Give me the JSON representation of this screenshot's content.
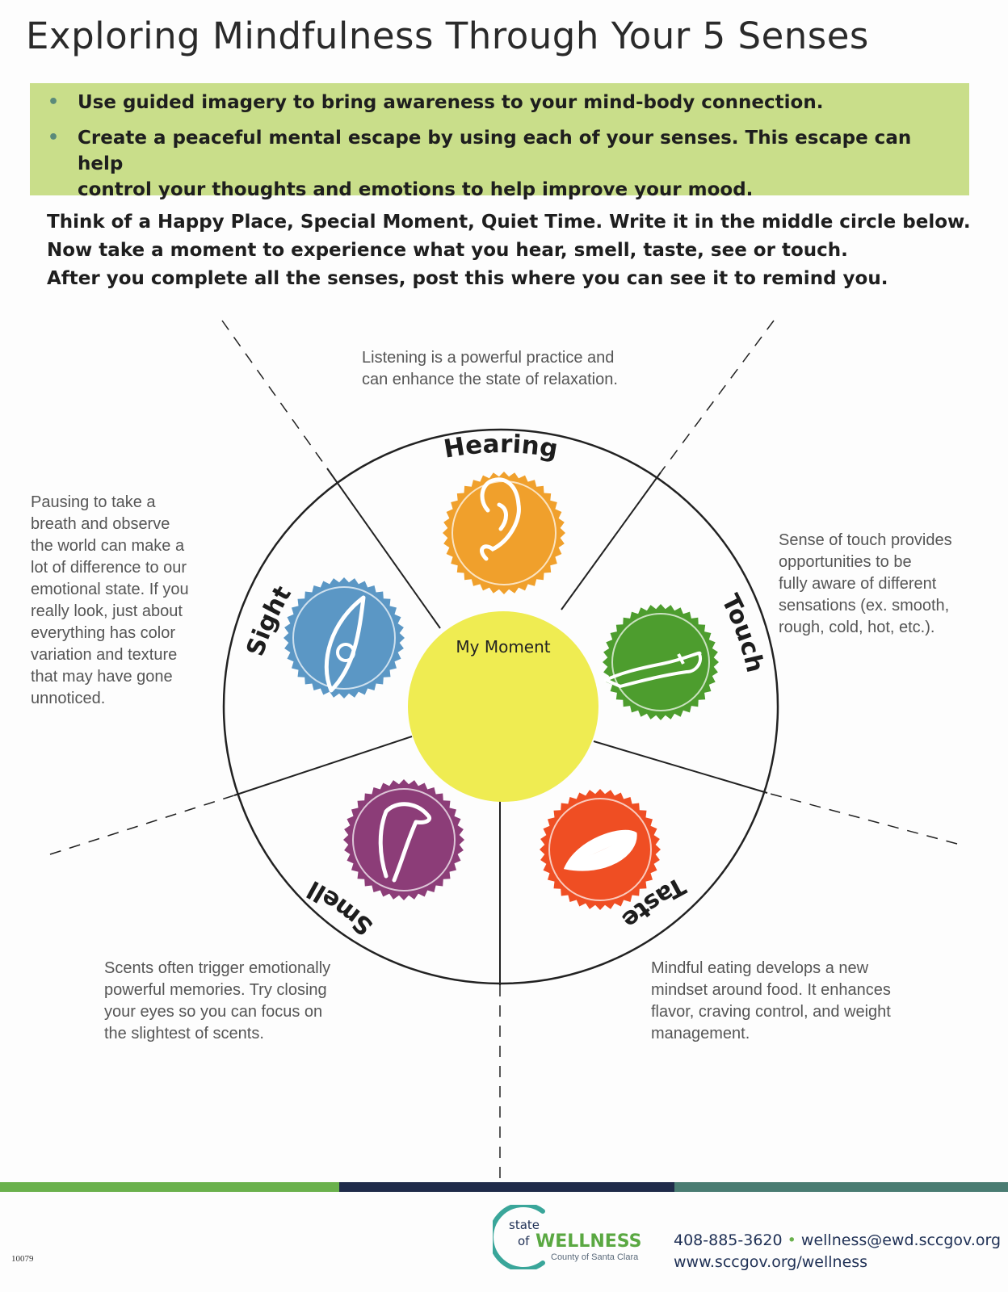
{
  "header": {
    "title": "Exploring Mindfulness Through Your 5 Senses"
  },
  "bullets": [
    {
      "lines": [
        "Use guided imagery to bring awareness to your mind-body connection."
      ]
    },
    {
      "lines": [
        "Create a peaceful mental escape by using each of your senses. This escape can help",
        "control your thoughts and emotions to help improve your mood."
      ]
    }
  ],
  "instructions": [
    "Think of a Happy Place, Special Moment, Quiet Time. Write it in the middle circle below.",
    "Now take a moment to experience what you hear, smell, taste, see or touch.",
    "After you complete all the senses, post this where you can see it to remind you."
  ],
  "wheel": {
    "center_label": "My Moment",
    "center_color": "#efec52",
    "senses": {
      "hearing": {
        "label": "Hearing",
        "color": "#f0a02c",
        "icon": "ear-icon"
      },
      "touch": {
        "label": "Touch",
        "color": "#4d9d2e",
        "icon": "finger-icon"
      },
      "taste": {
        "label": "Taste",
        "color": "#ef4e23",
        "icon": "lips-icon"
      },
      "smell": {
        "label": "Smell",
        "color": "#8c3d78",
        "icon": "nose-icon"
      },
      "sight": {
        "label": "Sight",
        "color": "#5b97c5",
        "icon": "eye-icon"
      }
    }
  },
  "descriptions": {
    "hearing": [
      "Listening is a powerful practice and",
      "can enhance the state of relaxation."
    ],
    "sight": [
      "Pausing to take a",
      "breath and observe",
      "the world can make a",
      "lot of difference to our",
      "emotional state. If you",
      "really look, just about",
      "everything has color",
      "variation and texture",
      "that may have gone",
      "unnoticed."
    ],
    "touch": [
      "Sense of touch provides",
      "opportunities to be",
      "fully aware of different",
      "sensations (ex. smooth,",
      "rough, cold, hot, etc.)."
    ],
    "smell": [
      "Scents often trigger emotionally",
      "powerful memories. Try closing",
      "your eyes so you can focus on",
      "the slightest of scents."
    ],
    "taste": [
      "Mindful eating develops a new",
      "mindset around food. It enhances",
      "flavor, craving control, and weight",
      "management."
    ]
  },
  "footer": {
    "bar_colors": [
      "#6ab14c",
      "#1f2b4a",
      "#4a7c72"
    ],
    "logo": {
      "state": "state",
      "of": "of",
      "wellness": "WELLNESS",
      "county": "County of Santa Clara",
      "arc_color": "#3aa69a"
    },
    "phone": "408-885-3620",
    "separator": "•",
    "email": "wellness@ewd.sccgov.org",
    "website": "www.sccgov.org/wellness",
    "form_code": "10079"
  }
}
